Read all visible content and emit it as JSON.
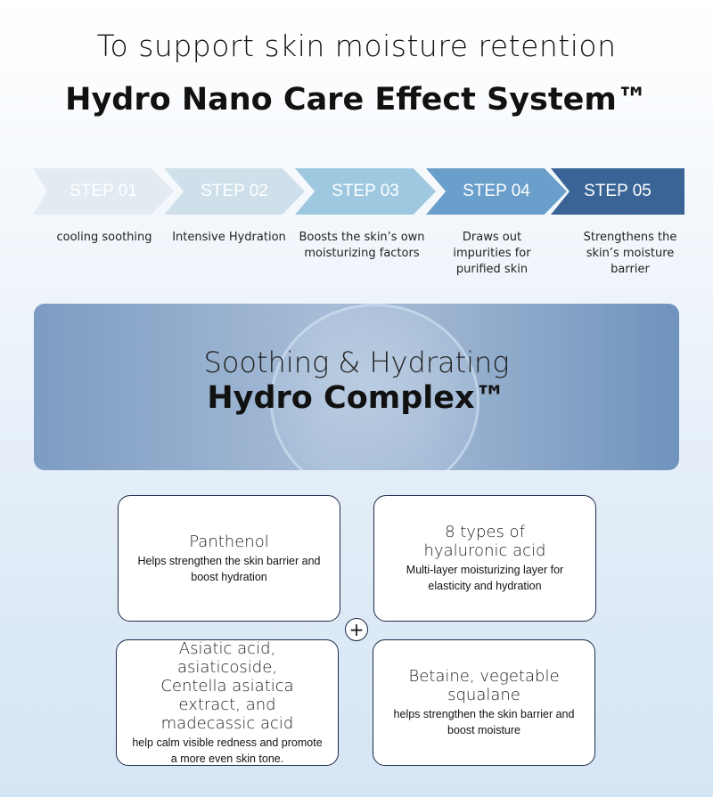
{
  "header": {
    "subtitle": "To support skin moisture retention",
    "title": "Hydro Nano Care Effect System™"
  },
  "steps": [
    {
      "label": "STEP 01",
      "desc": "cooling soothing",
      "color": "#e2ebf2"
    },
    {
      "label": "STEP 02",
      "desc": "Intensive Hydration",
      "color": "#cfe0ea"
    },
    {
      "label": "STEP 03",
      "desc": "Boosts the skin’s own moisturizing factors",
      "color": "#9ec8e0"
    },
    {
      "label": "STEP 04",
      "desc": "Draws out impurities for purified skin",
      "color": "#6a9fcb"
    },
    {
      "label": "STEP 05",
      "desc": "Strengthens the skin’s moisture barrier",
      "color": "#3a6496"
    }
  ],
  "banner": {
    "line1": "Soothing & Hydrating",
    "line2": "Hydro Complex™"
  },
  "ingredients": [
    {
      "name": "Panthenol",
      "desc": "Helps strengthen the skin barrier and boost hydration"
    },
    {
      "name": "8 types of hyaluronic acid",
      "desc": "Multi-layer moisturizing layer for elasticity and hydration"
    },
    {
      "name": "Asiatic acid, asiaticoside, Centella asiatica extract, and madecassic acid",
      "desc": "help calm visible redness and promote a more even skin tone."
    },
    {
      "name": "Betaine, vegetable squalane",
      "desc": "helps strengthen the skin barrier and boost moisture"
    }
  ],
  "plus": "+"
}
